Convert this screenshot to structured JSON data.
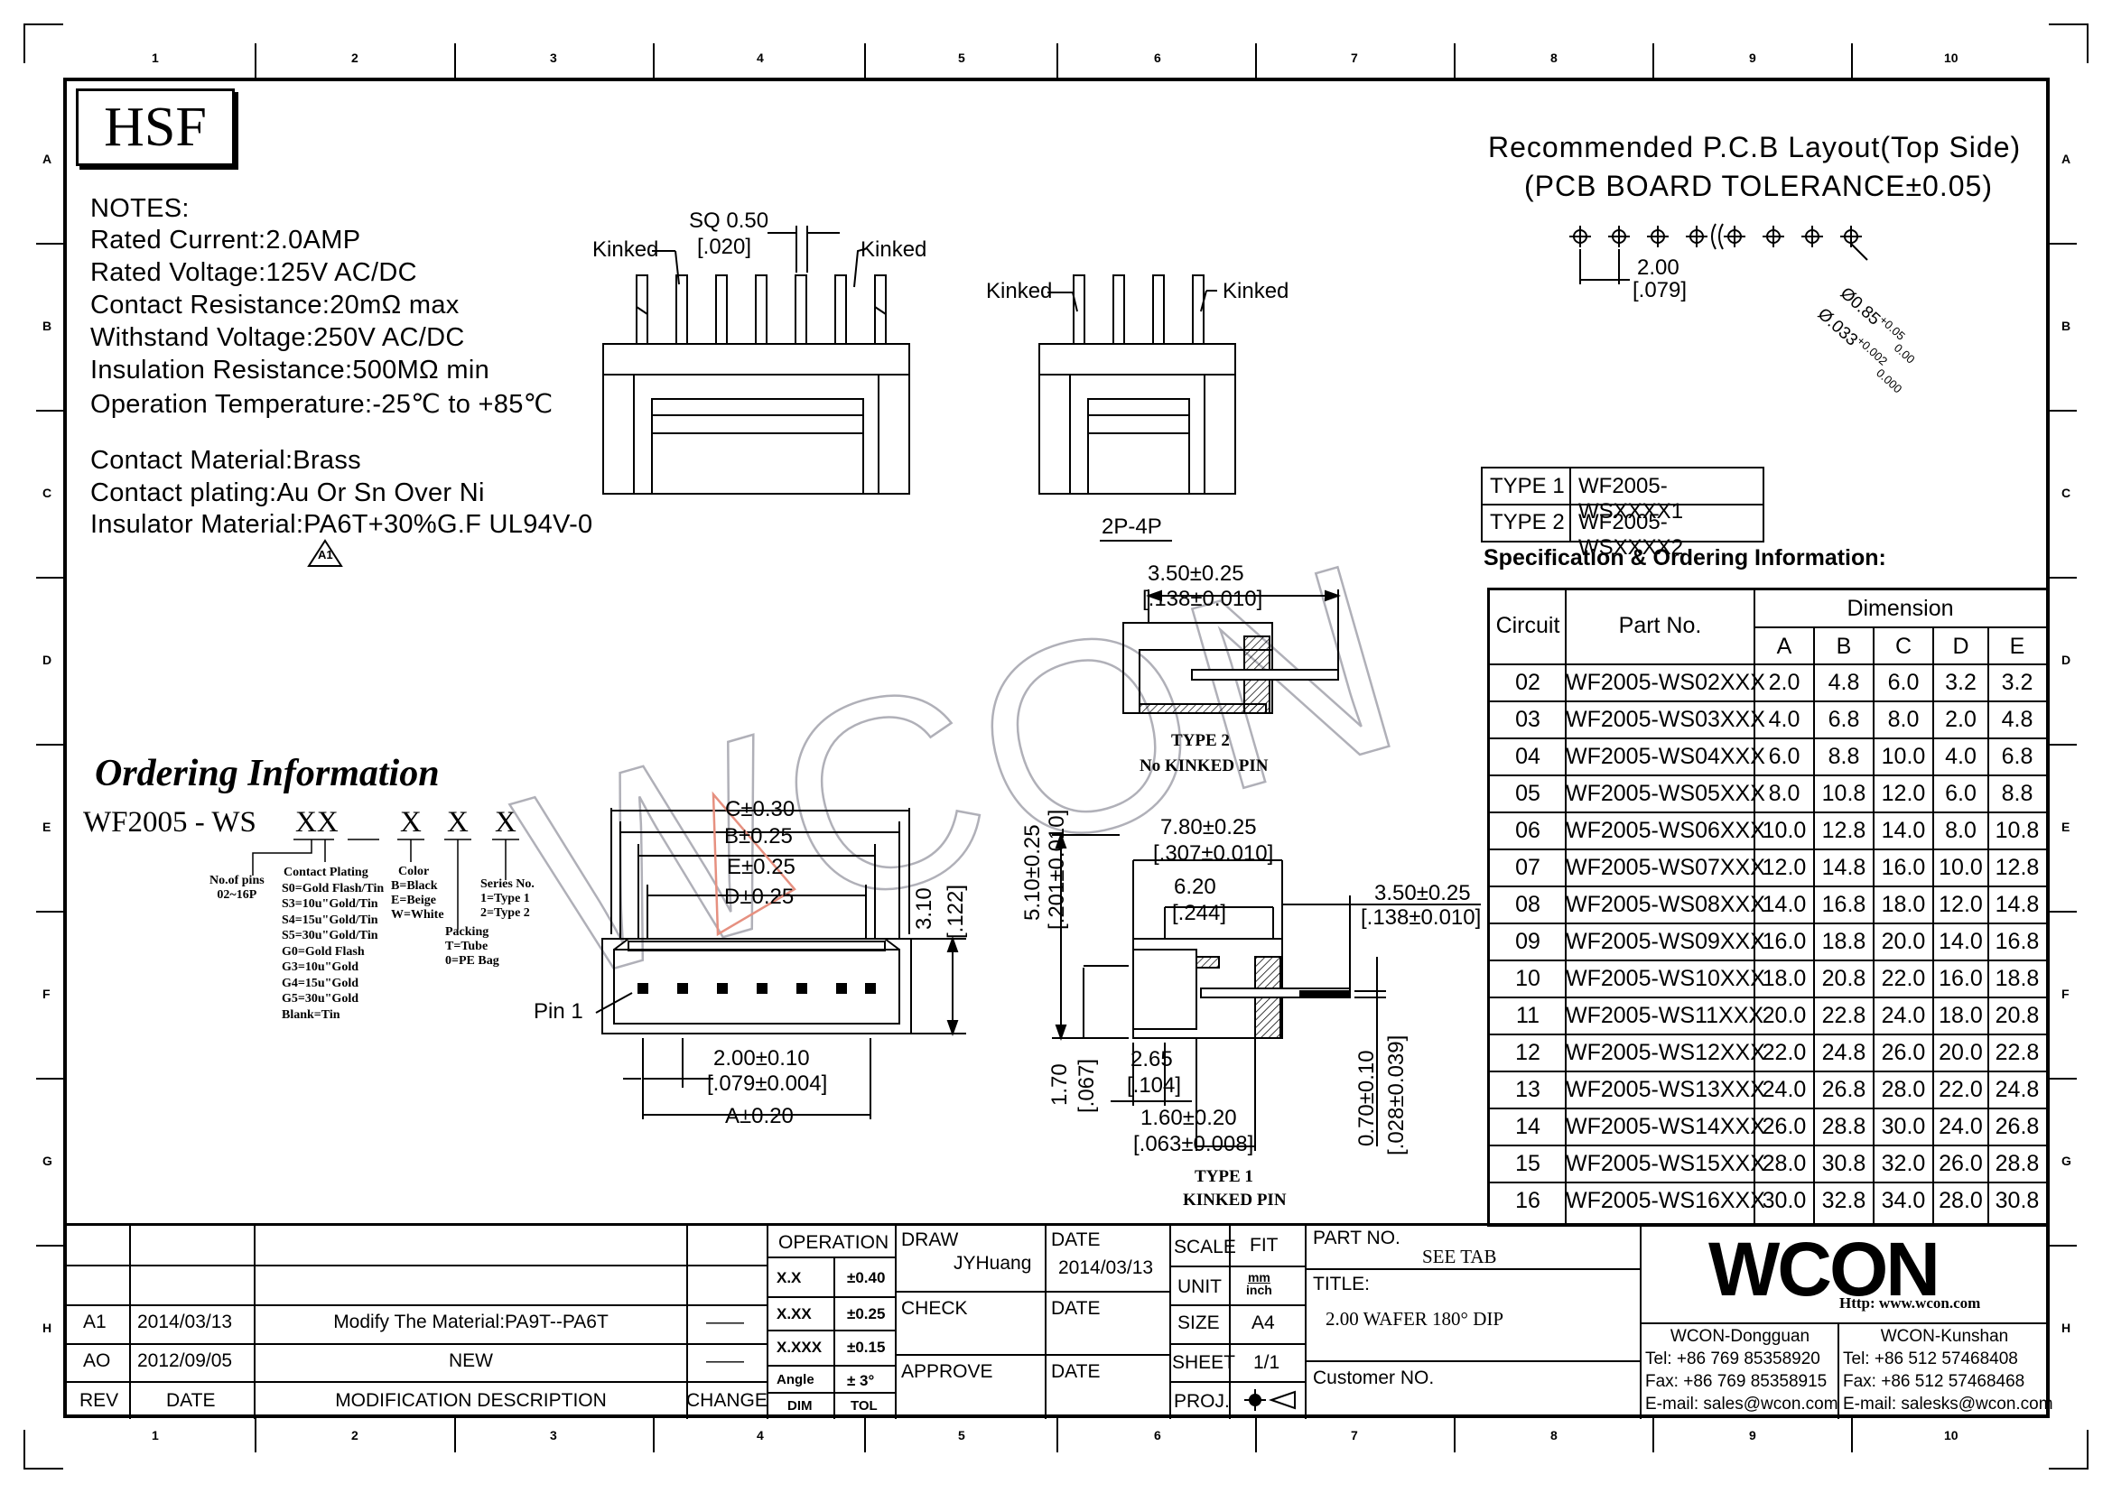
{
  "zone_cols": [
    "1",
    "2",
    "3",
    "4",
    "5",
    "6",
    "7",
    "8",
    "9",
    "10"
  ],
  "zone_rows": [
    "A",
    "B",
    "C",
    "D",
    "E",
    "F",
    "G",
    "H"
  ],
  "logo_hsf": "HSF",
  "watermark": "WCON",
  "notes": {
    "heading": "NOTES:",
    "lines": [
      "Rated Current:2.0AMP",
      "Rated Voltage:125V AC/DC",
      "Contact Resistance:20mΩ max",
      "Withstand Voltage:250V AC/DC",
      "Insulation Resistance:500MΩ min",
      "Operation Temperature:-25℃ to +85℃"
    ],
    "material_lines": [
      "Contact Material:Brass",
      "Contact plating:Au Or Sn Over Ni",
      "Insulator Material:PA6T+30%G.F UL94V-0"
    ],
    "revision_mark": "A1"
  },
  "ordering": {
    "title": "Ordering Information",
    "code_prefix": "WF2005 - WS",
    "code_xx": "XX",
    "code_x1": "X",
    "code_x2": "X",
    "code_x3": "X",
    "pins_label": "No.of pins",
    "pins_range": "02~16P",
    "plating_title": "Contact Plating",
    "plating_options": [
      "S0=Gold Flash/Tin",
      "S3=10u\"Gold/Tin",
      "S4=15u\"Gold/Tin",
      "S5=30u\"Gold/Tin",
      "G0=Gold Flash",
      "G3=10u\"Gold",
      "G4=15u\"Gold",
      "G5=30u\"Gold",
      "Blank=Tin"
    ],
    "color_title": "Color",
    "color_options": [
      "B=Black",
      "E=Beige",
      "W=White"
    ],
    "packing_title": "Packing",
    "packing_options": [
      "T=Tube",
      "0=PE Bag"
    ],
    "series_title": "Series No.",
    "series_options": [
      "1=Type 1",
      "2=Type 2"
    ]
  },
  "views": {
    "kinked": "Kinked",
    "sq": "SQ 0.50",
    "sq_in": "[.020]",
    "view_2p4p": "2P-4P",
    "type2_dim": "3.50±0.25",
    "type2_dim_in": "[.138±0.010]",
    "type2_label": "TYPE 2",
    "type2_sub": "No KINKED PIN",
    "type1_label": "TYPE 1",
    "type1_sub": "KINKED PIN",
    "dim_c": "C±0.30",
    "dim_b": "B±0.25",
    "dim_e": "E±0.25",
    "dim_d": "D±0.25",
    "dim_310": "3.10",
    "dim_310_in": "[.122]",
    "pin1": "Pin 1",
    "pitch": "2.00±0.10",
    "pitch_in": "[.079±0.004]",
    "dim_a": "A±0.20",
    "dim_510": "5.10±0.25",
    "dim_510_in": "[.201±0.010]",
    "dim_780": "7.80±0.25",
    "dim_780_in": "[.307±0.010]",
    "dim_620": "6.20",
    "dim_620_in": "[.244]",
    "dim_350": "3.50±0.25",
    "dim_350_in": "[.138±0.010]",
    "dim_170": "1.70",
    "dim_170_in": "[.067]",
    "dim_265": "2.65",
    "dim_265_in": "[.104]",
    "dim_160": "1.60±0.20",
    "dim_160_in": "[.063±0.008]",
    "dim_070": "0.70±0.10",
    "dim_070_in": "[.028±0.039]"
  },
  "pcb": {
    "title": "Recommended P.C.B Layout(Top Side)",
    "subtitle": "(PCB BOARD TOLERANCE±0.05)",
    "pitch": "2.00",
    "pitch_in": "[.079]",
    "hole": "Ø0.85",
    "hole_tol_plus": "+0.05",
    "hole_tol_minus": "0.00",
    "hole_in": "Ø.033",
    "hole_in_tol_plus": "+0.002",
    "hole_in_tol_minus": "0.000"
  },
  "types": [
    {
      "type": "TYPE 1",
      "part": "WF2005-WSXXXX1"
    },
    {
      "type": "TYPE 2",
      "part": "WF2005-WSXXXX2"
    }
  ],
  "spec": {
    "title": "Specification & Ordering Information:",
    "col_circuit": "Circuit",
    "col_part": "Part No.",
    "col_dimension": "Dimension",
    "dim_cols": [
      "A",
      "B",
      "C",
      "D",
      "E"
    ],
    "rows": [
      {
        "c": "02",
        "p": "WF2005-WS02XXX",
        "a": "2.0",
        "b": "4.8",
        "cc": "6.0",
        "d": "3.2",
        "e": "3.2"
      },
      {
        "c": "03",
        "p": "WF2005-WS03XXX",
        "a": "4.0",
        "b": "6.8",
        "cc": "8.0",
        "d": "2.0",
        "e": "4.8"
      },
      {
        "c": "04",
        "p": "WF2005-WS04XXX",
        "a": "6.0",
        "b": "8.8",
        "cc": "10.0",
        "d": "4.0",
        "e": "6.8"
      },
      {
        "c": "05",
        "p": "WF2005-WS05XXX",
        "a": "8.0",
        "b": "10.8",
        "cc": "12.0",
        "d": "6.0",
        "e": "8.8"
      },
      {
        "c": "06",
        "p": "WF2005-WS06XXX",
        "a": "10.0",
        "b": "12.8",
        "cc": "14.0",
        "d": "8.0",
        "e": "10.8"
      },
      {
        "c": "07",
        "p": "WF2005-WS07XXX",
        "a": "12.0",
        "b": "14.8",
        "cc": "16.0",
        "d": "10.0",
        "e": "12.8"
      },
      {
        "c": "08",
        "p": "WF2005-WS08XXX",
        "a": "14.0",
        "b": "16.8",
        "cc": "18.0",
        "d": "12.0",
        "e": "14.8"
      },
      {
        "c": "09",
        "p": "WF2005-WS09XXX",
        "a": "16.0",
        "b": "18.8",
        "cc": "20.0",
        "d": "14.0",
        "e": "16.8"
      },
      {
        "c": "10",
        "p": "WF2005-WS10XXX",
        "a": "18.0",
        "b": "20.8",
        "cc": "22.0",
        "d": "16.0",
        "e": "18.8"
      },
      {
        "c": "11",
        "p": "WF2005-WS11XXX",
        "a": "20.0",
        "b": "22.8",
        "cc": "24.0",
        "d": "18.0",
        "e": "20.8"
      },
      {
        "c": "12",
        "p": "WF2005-WS12XXX",
        "a": "22.0",
        "b": "24.8",
        "cc": "26.0",
        "d": "20.0",
        "e": "22.8"
      },
      {
        "c": "13",
        "p": "WF2005-WS13XXX",
        "a": "24.0",
        "b": "26.8",
        "cc": "28.0",
        "d": "22.0",
        "e": "24.8"
      },
      {
        "c": "14",
        "p": "WF2005-WS14XXX",
        "a": "26.0",
        "b": "28.8",
        "cc": "30.0",
        "d": "24.0",
        "e": "26.8"
      },
      {
        "c": "15",
        "p": "WF2005-WS15XXX",
        "a": "28.0",
        "b": "30.8",
        "cc": "32.0",
        "d": "26.0",
        "e": "28.8"
      },
      {
        "c": "16",
        "p": "WF2005-WS16XXX",
        "a": "30.0",
        "b": "32.8",
        "cc": "34.0",
        "d": "28.0",
        "e": "30.8"
      }
    ]
  },
  "title_block": {
    "revisions": [
      {
        "rev": "A1",
        "date": "2014/03/13",
        "desc": "Modify The Material:PA9T--PA6T",
        "change": "——"
      },
      {
        "rev": "AO",
        "date": "2012/09/05",
        "desc": "NEW",
        "change": "——"
      }
    ],
    "rev_label": "REV",
    "date_label": "DATE",
    "desc_label": "MODIFICATION  DESCRIPTION",
    "change_label": "CHANGE",
    "operation": "OPERATION",
    "tol_rows": [
      {
        "k": "X.X",
        "v": "±0.40"
      },
      {
        "k": "X.XX",
        "v": "±0.25"
      },
      {
        "k": "X.XXX",
        "v": "±0.15"
      },
      {
        "k": "Angle",
        "v": "± 3°"
      }
    ],
    "dim_label": "DIM",
    "tol_label": "TOL",
    "draw": "DRAW",
    "drawer": "JYHuang",
    "check": "CHECK",
    "approve": "APPROVE",
    "date": "DATE",
    "draw_date": "2014/03/13",
    "scale": "SCALE",
    "scale_val": "FIT",
    "unit": "UNIT",
    "unit_mm": "mm",
    "unit_inch": "inch",
    "size": "SIZE",
    "size_val": "A4",
    "sheet": "SHEET",
    "sheet_val": "1/1",
    "proj": "PROJ.",
    "part_no_label": "PART  NO.",
    "part_no": "SEE TAB",
    "title_label": "TITLE:",
    "title": "2.00 WAFER 180° DIP",
    "customer_label": "Customer  NO.",
    "company_logo": "WCON",
    "http": "Http: www.wcon.com",
    "dg_name": "WCON-Dongguan",
    "dg_tel": "Tel: +86 769 85358920",
    "dg_fax": "Fax: +86 769 85358915",
    "dg_email": "E-mail: sales@wcon.com",
    "ks_name": "WCON-Kunshan",
    "ks_tel": "Tel: +86 512 57468408",
    "ks_fax": "Fax: +86 512 57468468",
    "ks_email": "E-mail: salesks@wcon.com"
  }
}
